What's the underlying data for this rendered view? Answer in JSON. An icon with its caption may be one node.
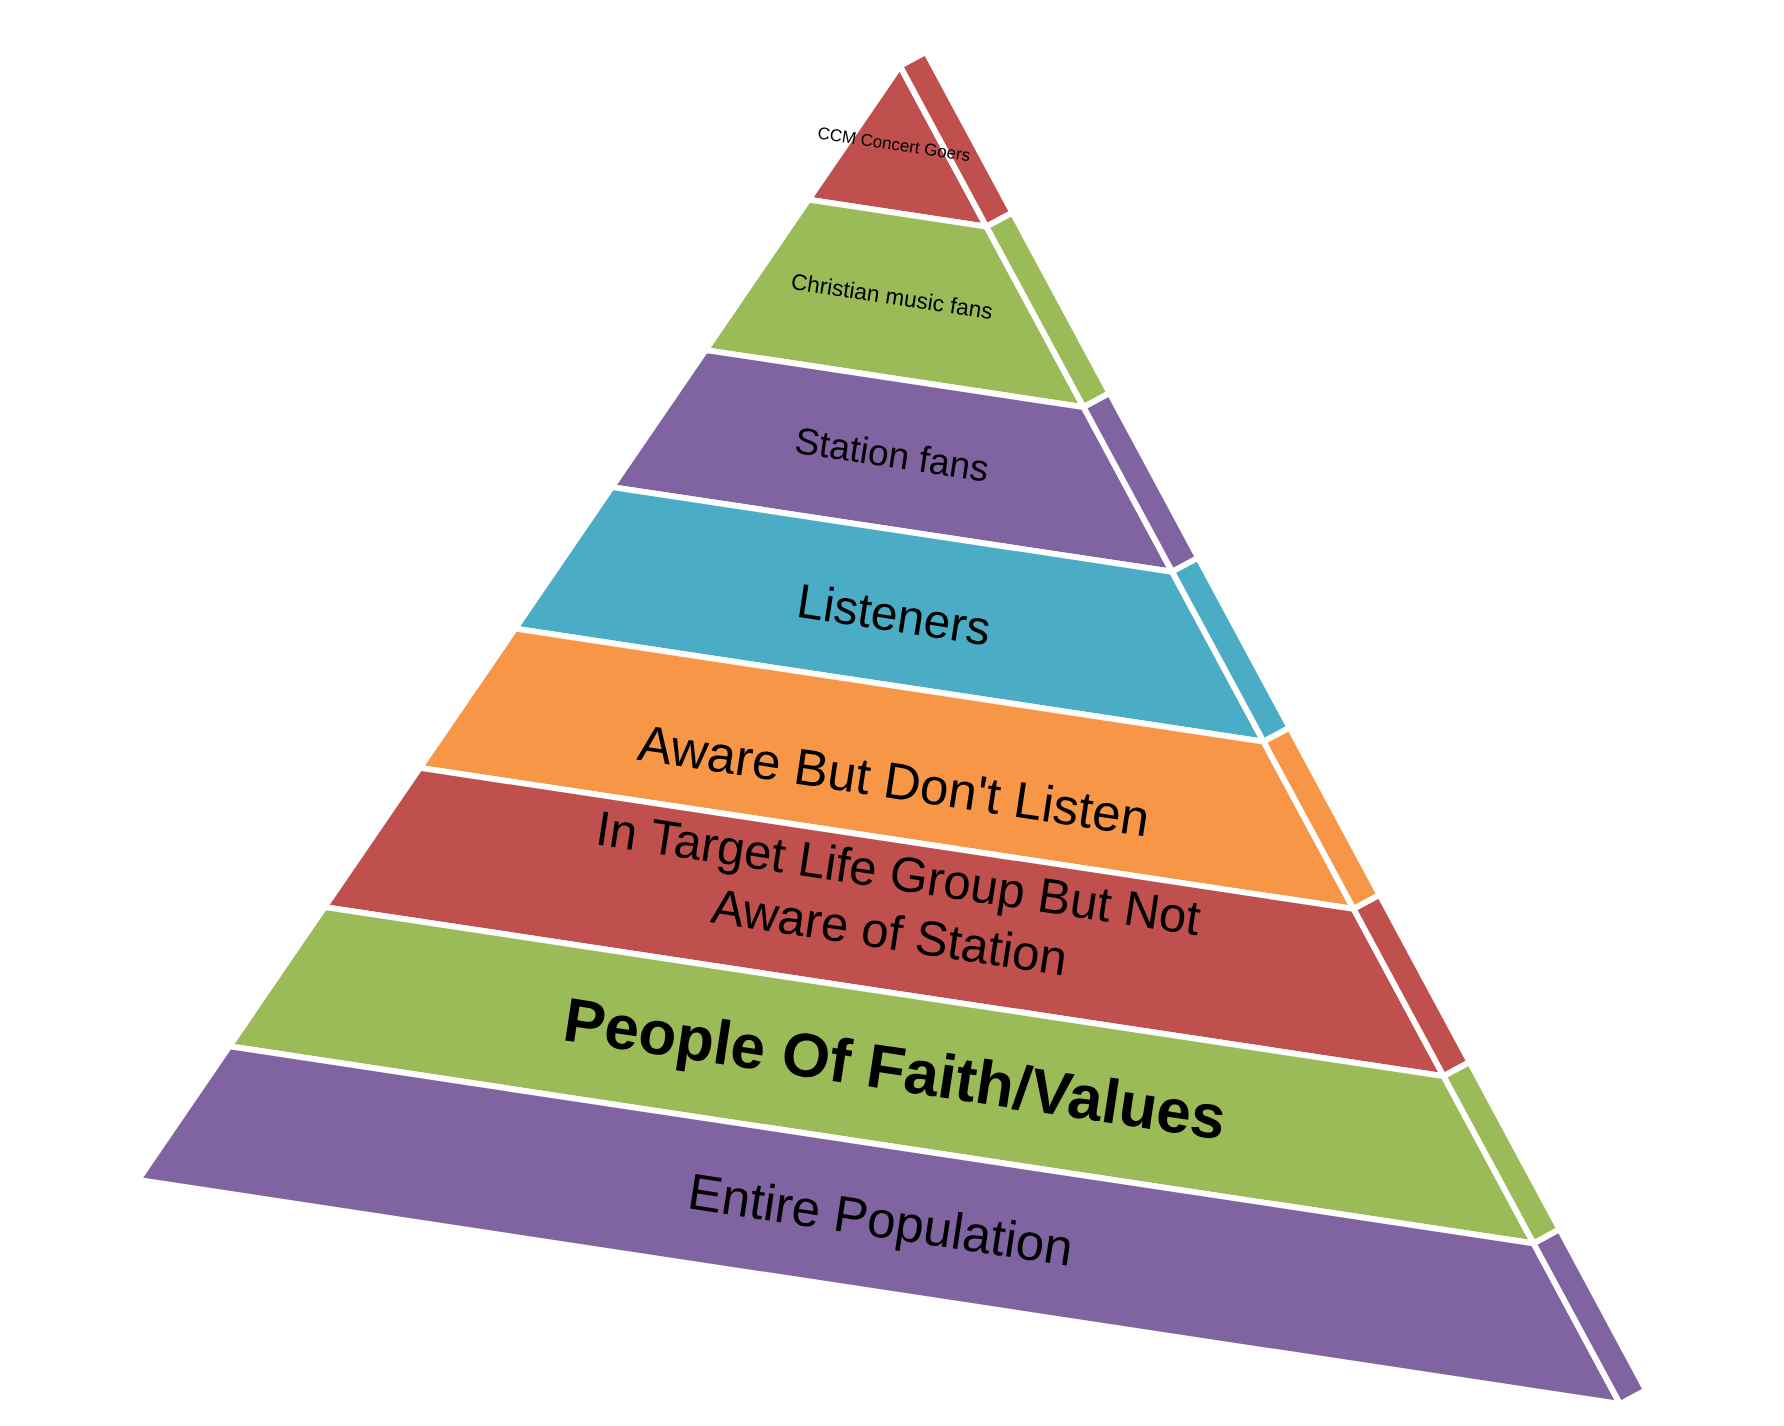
{
  "diagram": {
    "nodes": [
      {
        "text": [
          "CCM Concert Goers"
        ]
      },
      {
        "text": [
          "Christian music fans"
        ]
      },
      {
        "text": [
          "Station fans"
        ]
      },
      {
        "text": [
          "Listeners"
        ]
      },
      {
        "text": [
          "Aware But Don't Listen"
        ]
      },
      {
        "text": [
          "In Target Life Group But Not Aware of Station"
        ]
      },
      {
        "text": [
          "People Of Faith/Values"
        ]
      },
      {
        "text": [
          "Entire Population"
        ]
      }
    ]
  }
}
